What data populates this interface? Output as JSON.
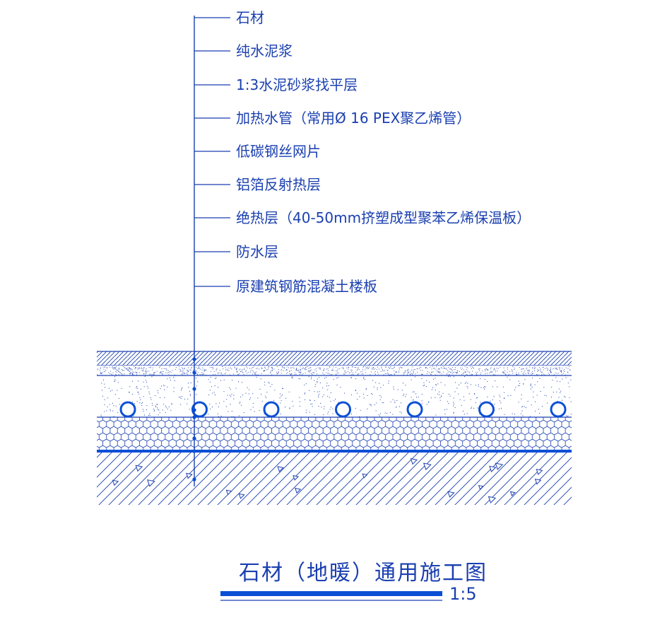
{
  "colors": {
    "line": "#1a3fb0",
    "accent": "#0a4fd6",
    "background": "#ffffff"
  },
  "layers": [
    "石材",
    "纯水泥浆",
    "1:3水泥砂浆找平层",
    "加热水管（常用Ø 16 PEX聚乙烯管）",
    "低碳钢丝网片",
    "铝箔反射热层",
    "绝热层（40-50mm挤塑成型聚苯乙烯保温板）",
    "防水层",
    "原建筑钢筋混凝土楼板"
  ],
  "drawing": {
    "title": "石材（地暖）通用施工图",
    "scale": "1:5"
  }
}
